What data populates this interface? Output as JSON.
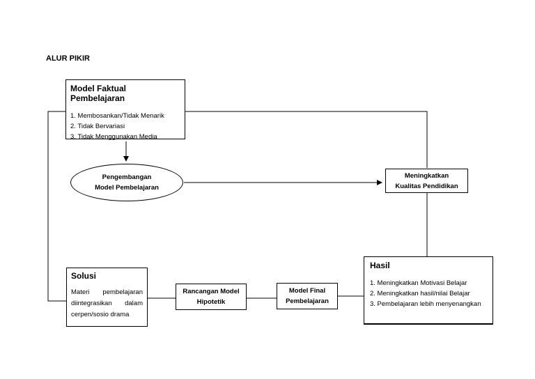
{
  "title": "ALUR PIKIR",
  "model_faktual": {
    "title": "Model Faktual Pembelajaran",
    "items": [
      "1.  Membosankan/Tidak Menarik",
      "2.  Tidak Bervariasi",
      "3.  Tidak Menggunakan Media"
    ]
  },
  "pengembangan": {
    "line1": "Pengembangan",
    "line2": "Model Pembelajaran"
  },
  "meningkatkan": {
    "line1": "Meningkatkan",
    "line2": "Kualitas Pendidikan"
  },
  "hasil": {
    "title": "Hasil",
    "items": [
      "1.  Meningkatkan Motivasi Belajar",
      "2.  Meningkatkan hasil/nilai Belajar",
      "3.  Pembelajaran lebih menyenangkan"
    ]
  },
  "solusi": {
    "title": "Solusi",
    "text_line1": "Materi pembelajaran",
    "text_line2": "diintegrasikan dalam",
    "text_line3": "cerpen/sosio drama"
  },
  "rancangan": {
    "line1": "Rancangan Model",
    "line2": "Hipotetik"
  },
  "model_final": {
    "line1": "Model Final",
    "line2": "Pembelajaran"
  }
}
